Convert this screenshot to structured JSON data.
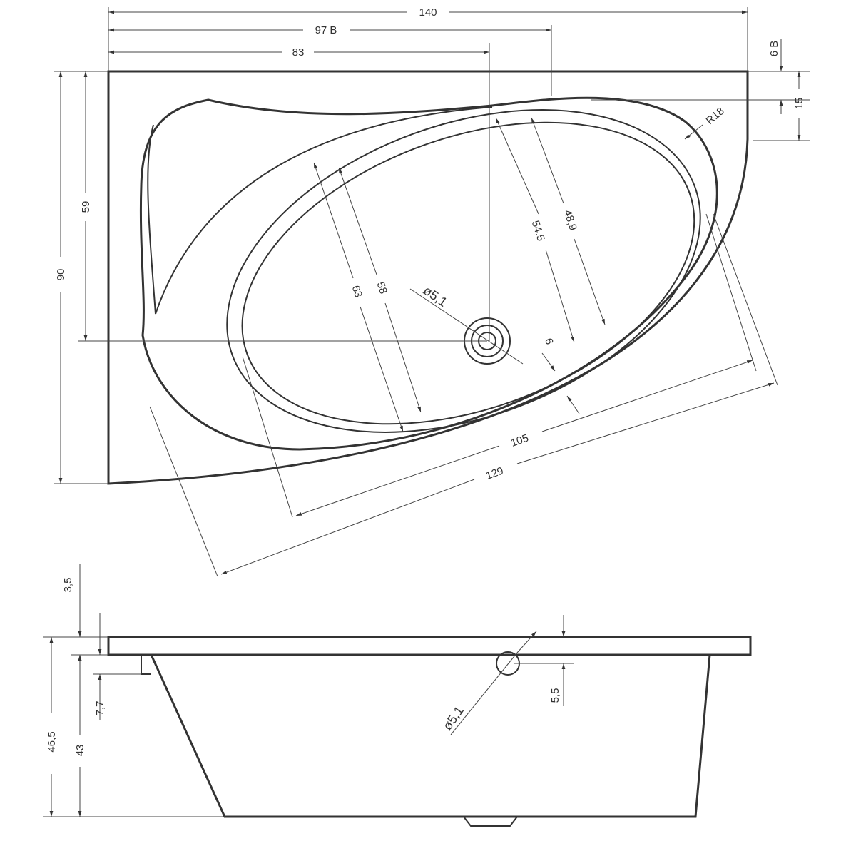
{
  "top_view": {
    "width_total": "140",
    "width_97": "97 B",
    "width_83": "83",
    "offset_6": "6 B",
    "offset_15": "15",
    "radius": "R18",
    "height_90": "90",
    "height_59": "59",
    "inner_63": "63",
    "inner_58": "58",
    "inner_545": "54,5",
    "inner_489": "48,9",
    "drain_diameter": "ø5,1",
    "rim_6": "6",
    "length_105": "105",
    "length_129": "129"
  },
  "side_view": {
    "rim_35": "3,5",
    "height_465": "46,5",
    "height_43": "43",
    "depth_77": "7,7",
    "overflow_diameter": "ø5,1",
    "overflow_55": "5,5"
  }
}
